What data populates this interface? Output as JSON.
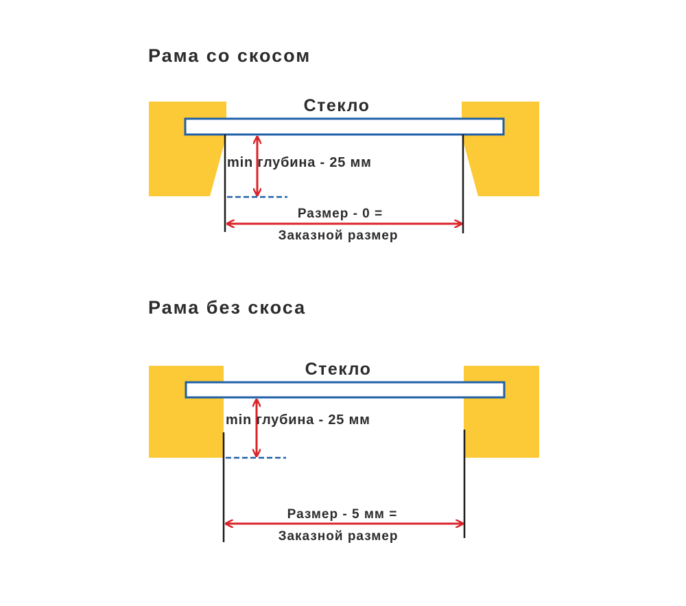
{
  "colors": {
    "frame": "#fcc937",
    "glass_stroke": "#1f5fa8",
    "arrow": "#d9232a",
    "line": "#1a1a1a",
    "depth_mark": "#1f5fa8"
  },
  "diagrams": [
    {
      "title": "Рама со скосом",
      "glass_label": "Стекло",
      "depth_label": "min глубина - 25 мм",
      "size_label_line1": "Размер - 0 =",
      "size_label_line2": "Заказной размер"
    },
    {
      "title": "Рама без скоса",
      "glass_label": "Стекло",
      "depth_label": "min глубина - 25 мм",
      "size_label_line1": "Размер - 5 мм =",
      "size_label_line2": "Заказной размер"
    }
  ]
}
